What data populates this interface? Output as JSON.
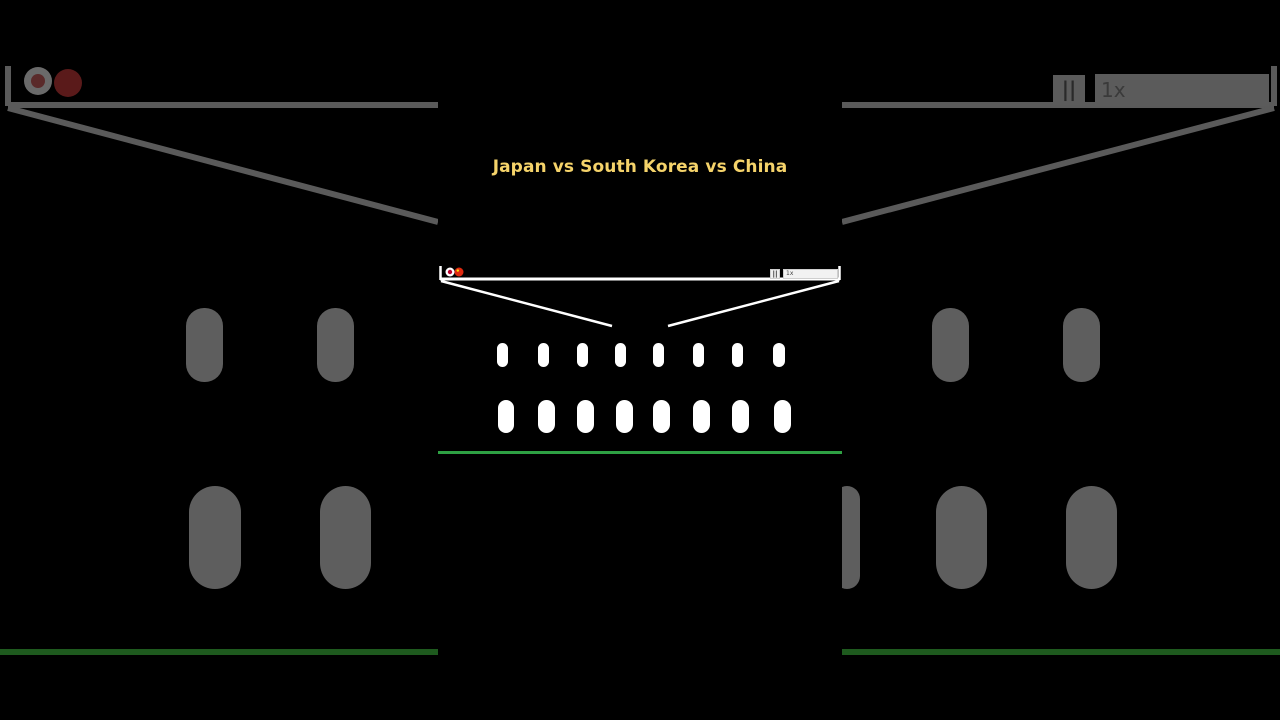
{
  "video": {
    "title": "Japan vs South Korea vs China"
  },
  "game": {
    "flags": [
      {
        "country": "Japan",
        "icon": "japan-flag-icon",
        "color": "#bc002d"
      },
      {
        "country": "China",
        "icon": "china-flag-icon",
        "color": "#de2910"
      }
    ],
    "controls": {
      "pause_label": "||",
      "speed_value": "1x",
      "speed_options": [
        "1x"
      ]
    },
    "colors": {
      "board": "#ffffff",
      "ground": "#2ea043",
      "title": "#f5d36a",
      "background": "#000000"
    },
    "peg_rows": 2,
    "pegs_per_row": 8
  }
}
